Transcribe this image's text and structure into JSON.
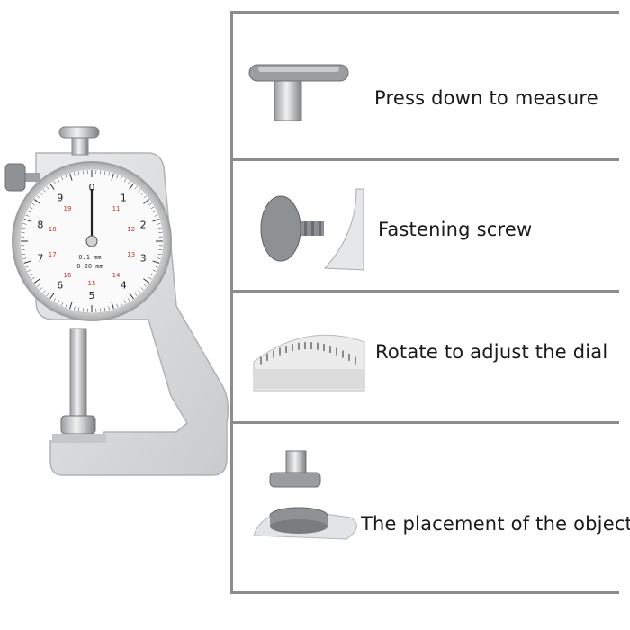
{
  "gauge": {
    "dial_numbers_outer": [
      "0",
      "1",
      "2",
      "3",
      "4",
      "5",
      "6",
      "7",
      "8",
      "9"
    ],
    "dial_numbers_inner": [
      "11",
      "12",
      "13",
      "14",
      "15",
      "16",
      "17",
      "18",
      "19"
    ],
    "dial_text_line1": "0.1 mm",
    "dial_text_line2": "0-20 mm"
  },
  "features": [
    {
      "label": "Press down to measure",
      "icon": "press-button-icon"
    },
    {
      "label": "Fastening screw",
      "icon": "fastening-screw-icon"
    },
    {
      "label": "Rotate to adjust the dial",
      "icon": "dial-bezel-icon"
    },
    {
      "label": "The placement of the object",
      "icon": "anvil-placement-icon"
    }
  ],
  "colors": {
    "divider": "#8c8c8c",
    "metal": "#d7d9db",
    "dial_red": "#c0392b"
  }
}
